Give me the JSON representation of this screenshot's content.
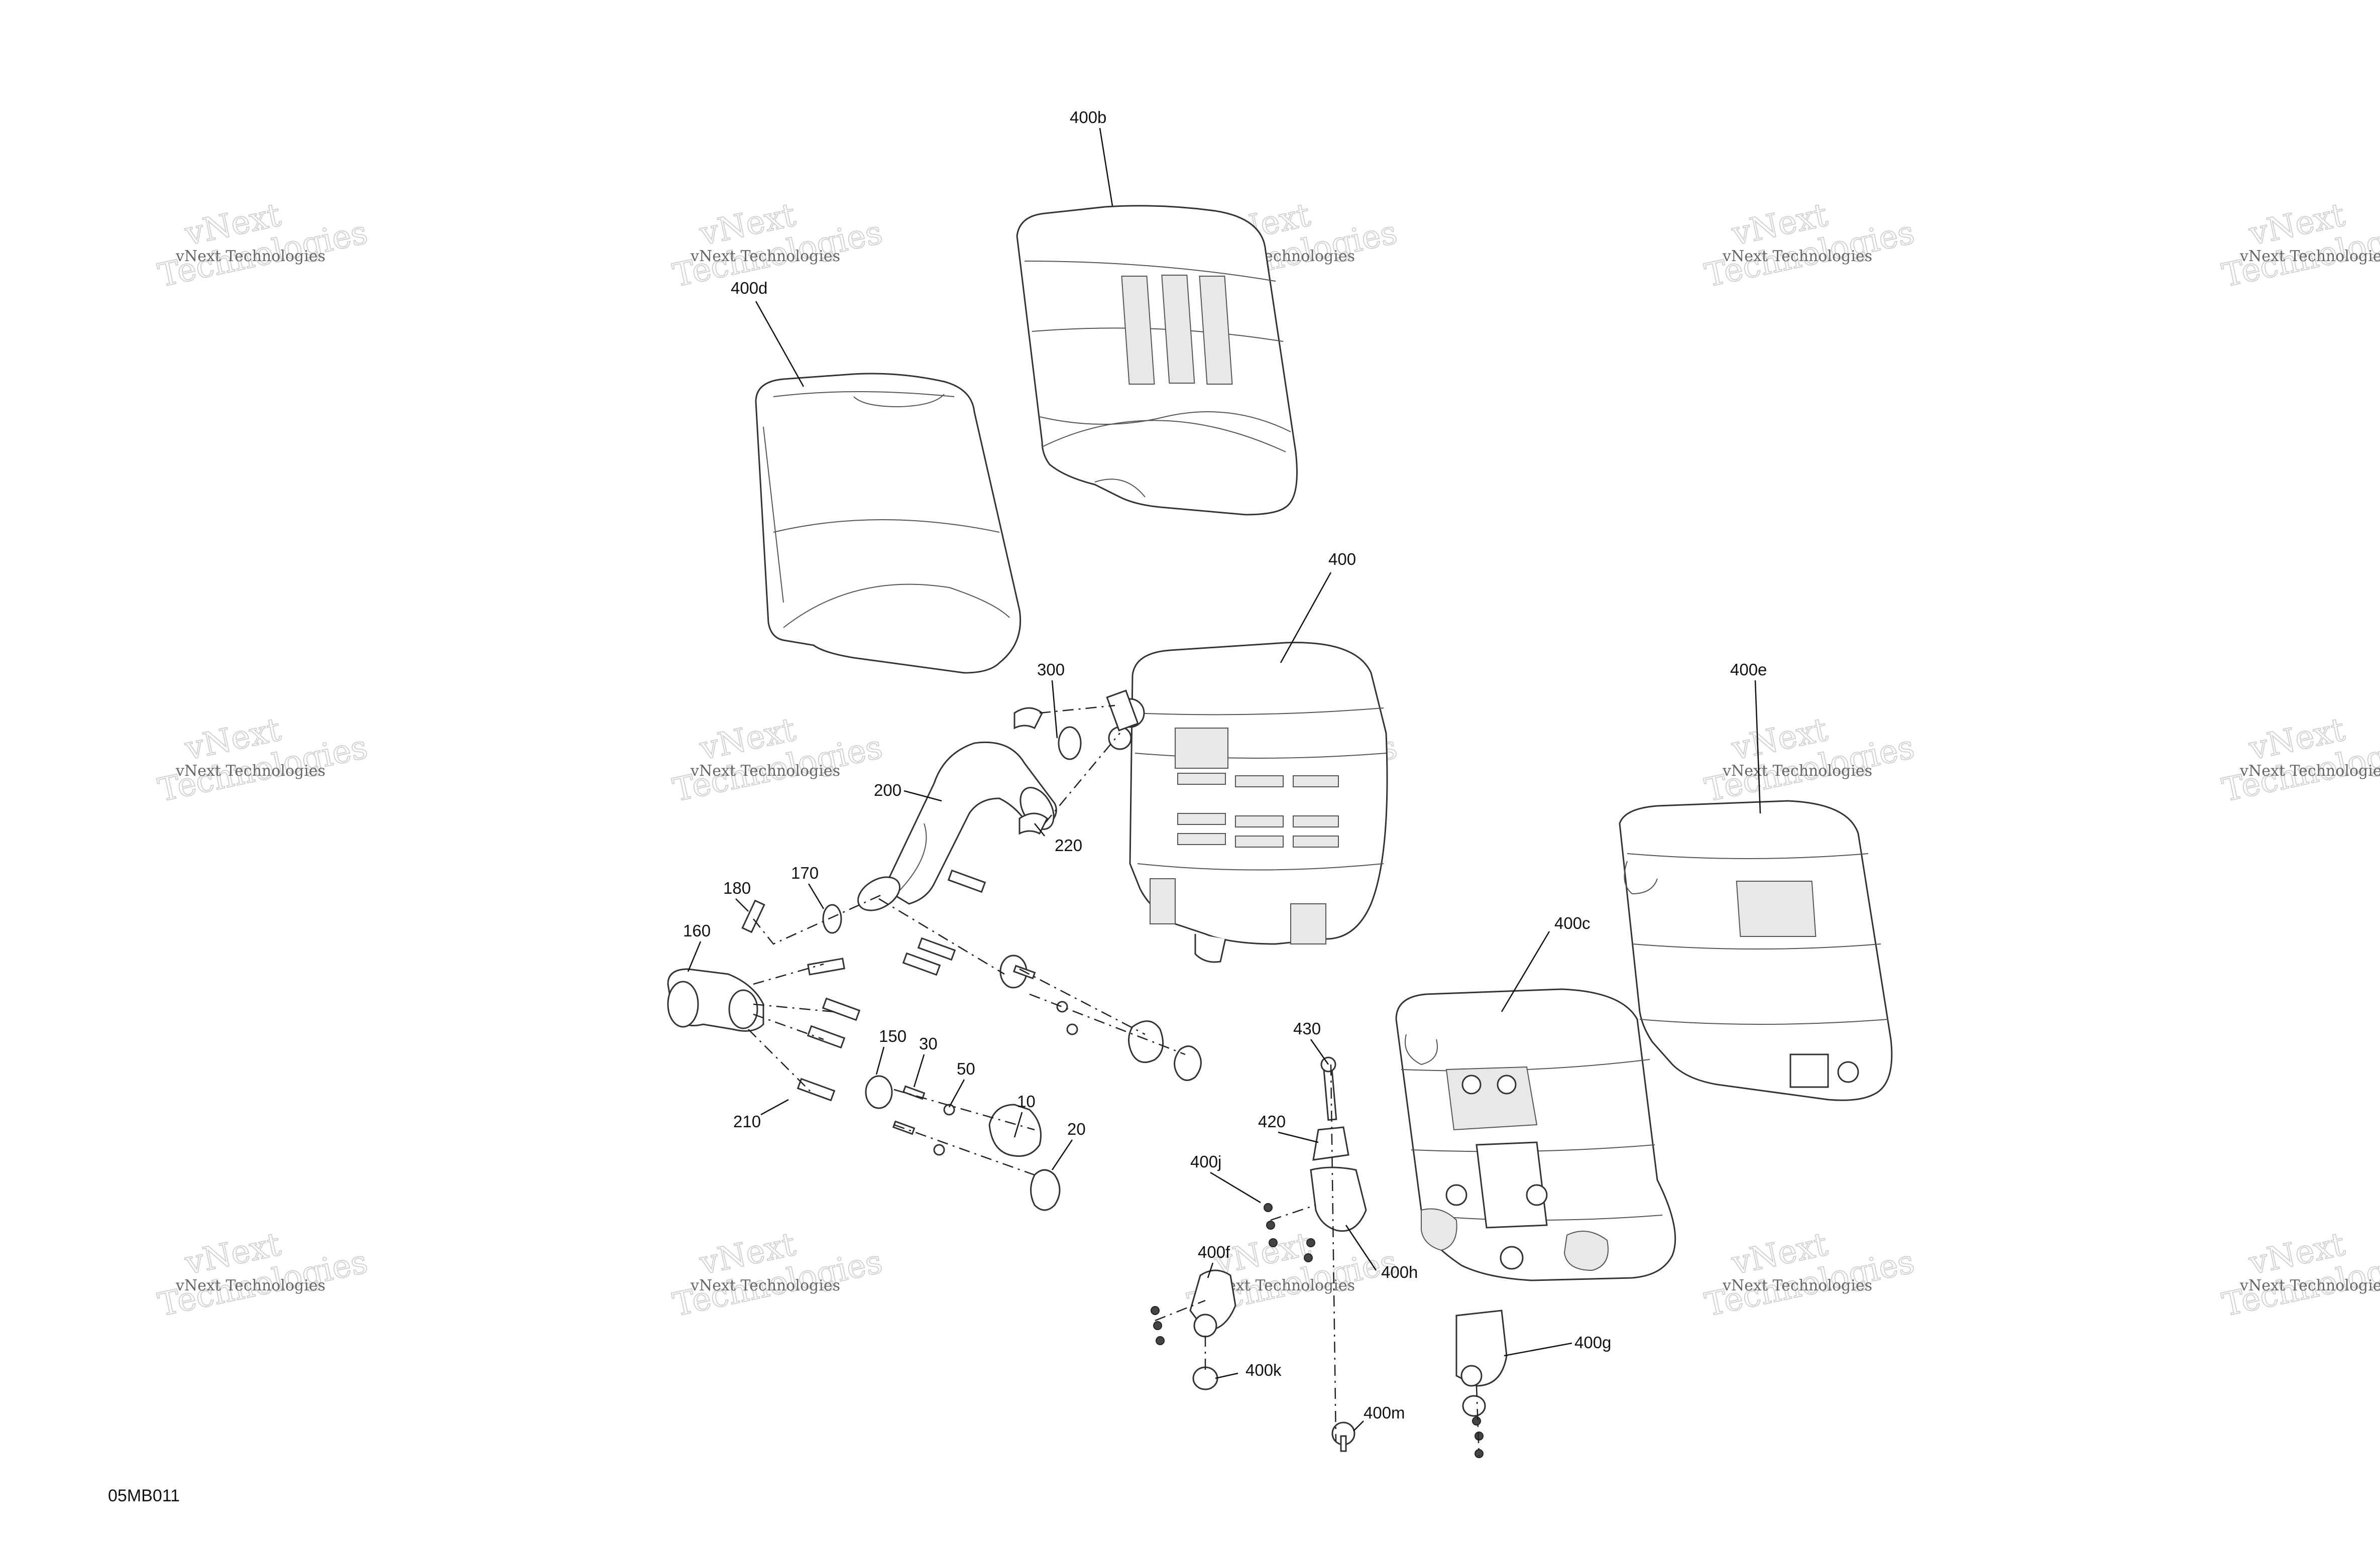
{
  "drawing": {
    "id": "05MB011",
    "watermark": {
      "line1": "vNext",
      "line2": "Technologies",
      "small": "vNext Technologies"
    },
    "callouts": [
      {
        "id": "callout-400b",
        "label": "400b"
      },
      {
        "id": "callout-400d",
        "label": "400d"
      },
      {
        "id": "callout-400",
        "label": "400"
      },
      {
        "id": "callout-300",
        "label": "300"
      },
      {
        "id": "callout-200",
        "label": "200"
      },
      {
        "id": "callout-220",
        "label": "220"
      },
      {
        "id": "callout-400e",
        "label": "400e"
      },
      {
        "id": "callout-180",
        "label": "180"
      },
      {
        "id": "callout-170",
        "label": "170"
      },
      {
        "id": "callout-160",
        "label": "160"
      },
      {
        "id": "callout-400c",
        "label": "400c"
      },
      {
        "id": "callout-150",
        "label": "150"
      },
      {
        "id": "callout-30",
        "label": "30"
      },
      {
        "id": "callout-50",
        "label": "50"
      },
      {
        "id": "callout-10",
        "label": "10"
      },
      {
        "id": "callout-20",
        "label": "20"
      },
      {
        "id": "callout-210",
        "label": "210"
      },
      {
        "id": "callout-430",
        "label": "430"
      },
      {
        "id": "callout-420",
        "label": "420"
      },
      {
        "id": "callout-400j",
        "label": "400j"
      },
      {
        "id": "callout-400f",
        "label": "400f"
      },
      {
        "id": "callout-400h",
        "label": "400h"
      },
      {
        "id": "callout-400g",
        "label": "400g"
      },
      {
        "id": "callout-400k",
        "label": "400k"
      },
      {
        "id": "callout-400m",
        "label": "400m"
      }
    ]
  }
}
